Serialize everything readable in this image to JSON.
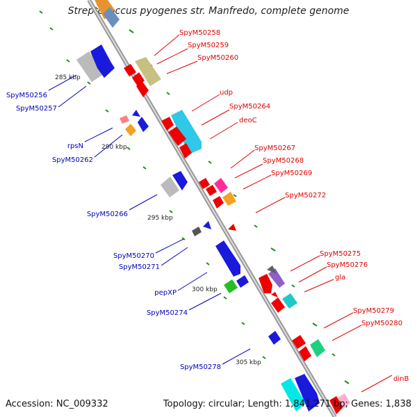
{
  "title": "Streptococcus pyogenes str. Manfredo, complete genome",
  "footer": {
    "accession": "Accession: NC_009332",
    "topology": "Topology: circular; Length: 1,841,271 bp; Genes: 1,838"
  },
  "kbp_labels": [
    "285 kbp",
    "290 kbp",
    "295 kbp",
    "300 kbp",
    "305 kbp"
  ],
  "gene_labels_right": [
    "SpyM50258",
    "SpyM50259",
    "SpyM50260",
    "udp",
    "SpyM50264",
    "deoC",
    "SpyM50267",
    "SpyM50268",
    "SpyM50269",
    "SpyM50272",
    "SpyM50275",
    "SpyM50276",
    "gla",
    "SpyM50279",
    "SpyM50280",
    "dinB"
  ],
  "gene_labels_left": [
    "SpyM50256",
    "SpyM50257",
    "rpsN",
    "SpyM50262",
    "SpyM50266",
    "SpyM50270",
    "SpyM50271",
    "pepXP",
    "SpyM50274",
    "SpyM50278"
  ],
  "colors": {
    "label_right": "#dd0000",
    "label_left": "#0000bb",
    "backbone": "#999999",
    "tick": "#228b22"
  }
}
